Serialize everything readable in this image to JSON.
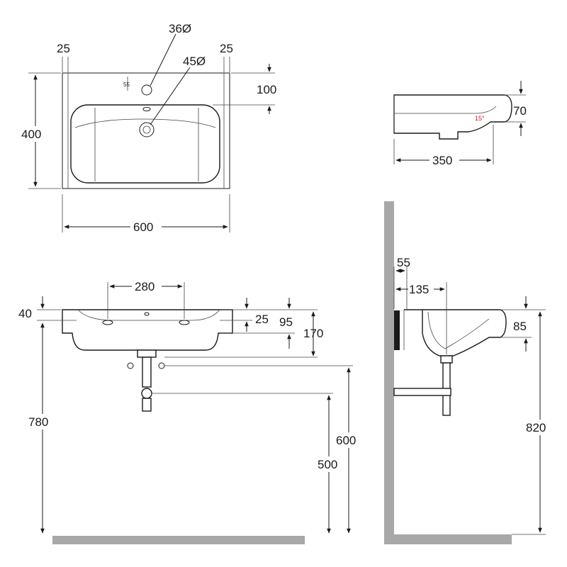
{
  "top_view": {
    "width_label": "600",
    "depth_label": "400",
    "rim_left_label": "25",
    "rim_right_label": "25",
    "tap_hole_label": "36Ø",
    "drain_hole_label": "45Ø",
    "tap_offset_label": "100",
    "tap_inner_label": "55"
  },
  "side_view_top": {
    "depth_label": "350",
    "rim_height_label": "70",
    "angle_label": "15°"
  },
  "front_view": {
    "hole_spacing_label": "280",
    "rim_label": "40",
    "inner_rim_label": "25",
    "basin_height_label": "95",
    "overall_height_label": "170",
    "floor_to_rim_label": "780",
    "floor_to_trap_label": "600",
    "floor_to_waste_label": "500"
  },
  "side_view_wall": {
    "wall_gap_label": "55",
    "wall_to_drain_label": "135",
    "rim_height_label": "85",
    "floor_to_top_label": "820"
  },
  "colors": {
    "lines": "#1a1a1a",
    "wall": "#a8a8a8",
    "angle": "#d11a2a"
  }
}
